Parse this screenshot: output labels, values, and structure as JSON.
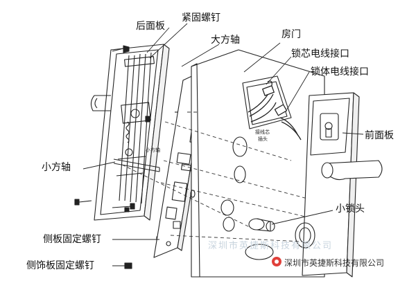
{
  "labels": {
    "back_panel": "后面板",
    "tighten_screw": "紧固螺钉",
    "large_square_shaft": "大方轴",
    "door": "房门",
    "cylinder_wire_port": "锁芯电线接口",
    "lock_body_wire_port": "锁体电线接口",
    "front_panel": "前面板",
    "small_square_shaft": "小方轴",
    "small_lock_head": "小锁头",
    "side_plate_screw": "侧板固定螺钉",
    "side_trim_screw": "侧饰板固定螺钉"
  },
  "tiny_labels": {
    "small_square_shaft_inner": "小方轴",
    "connector_note_line1": "接线芯",
    "connector_note_line2": "插头"
  },
  "watermark": {
    "faint": "深圳市英捷斯科技有限公司",
    "brand": "深圳市英捷斯科技有限公司"
  },
  "colors": {
    "line": "#222222",
    "accent": "#c0392b"
  }
}
